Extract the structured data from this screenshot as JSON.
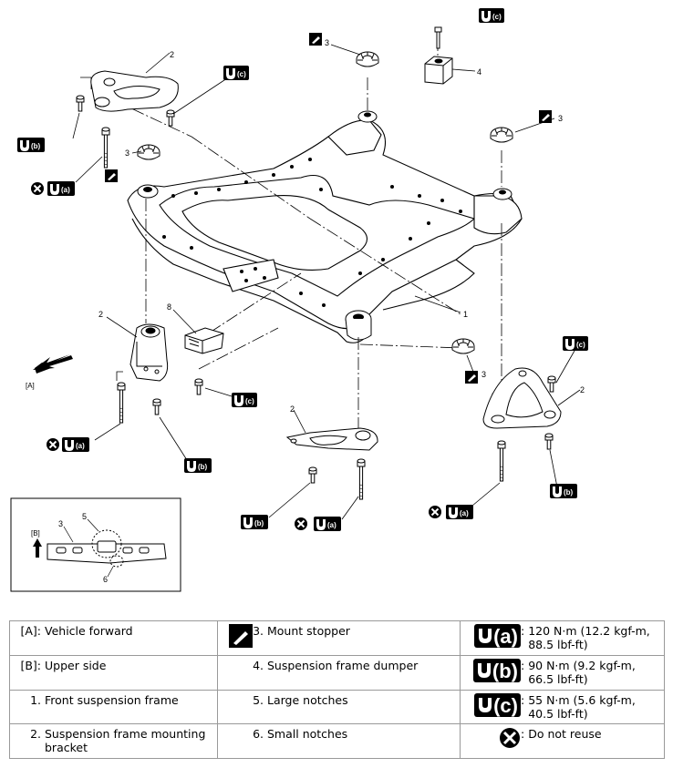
{
  "callouts": {
    "frame": "1",
    "bracket": "2",
    "stopper": "3",
    "dumper": "4",
    "large_notch": "5",
    "small_notch": "6",
    "item8": "8"
  },
  "torque_letters": {
    "a": "(a)",
    "b": "(b)",
    "c": "(c)"
  },
  "inset": {
    "upper_side": "[B]",
    "vehicle_forward": "[A]"
  },
  "legend": {
    "rows": [
      {
        "c1": {
          "label": "[A]:",
          "text": "Vehicle forward"
        },
        "c2": {
          "label": "3.",
          "text": "Mount stopper"
        },
        "c3": {
          "sym": "(a)",
          "text": "120 N·m (12.2 kgf-m, 88.5 lbf-ft)"
        }
      },
      {
        "c1": {
          "label": "[B]:",
          "text": "Upper side"
        },
        "c2": {
          "label": "4.",
          "text": "Suspension frame dumper"
        },
        "c3": {
          "sym": "(b)",
          "text": "90 N·m (9.2 kgf-m, 66.5 lbf-ft)"
        }
      },
      {
        "c1": {
          "label": "1.",
          "text": "Front suspension frame"
        },
        "c2": {
          "label": "5.",
          "text": "Large notches"
        },
        "c3": {
          "sym": "(c)",
          "text": "55 N·m (5.6 kgf-m, 40.5 lbf-ft)"
        }
      },
      {
        "c1": {
          "label": "2.",
          "text": "Suspension frame mounting bracket"
        },
        "c2": {
          "label": "6.",
          "text": "Small notches"
        },
        "c3": {
          "sym": "",
          "text": "Do not reuse"
        }
      }
    ],
    "colon": ":"
  },
  "colors": {
    "line": "#000000",
    "badge": "#000000",
    "background": "#ffffff"
  }
}
